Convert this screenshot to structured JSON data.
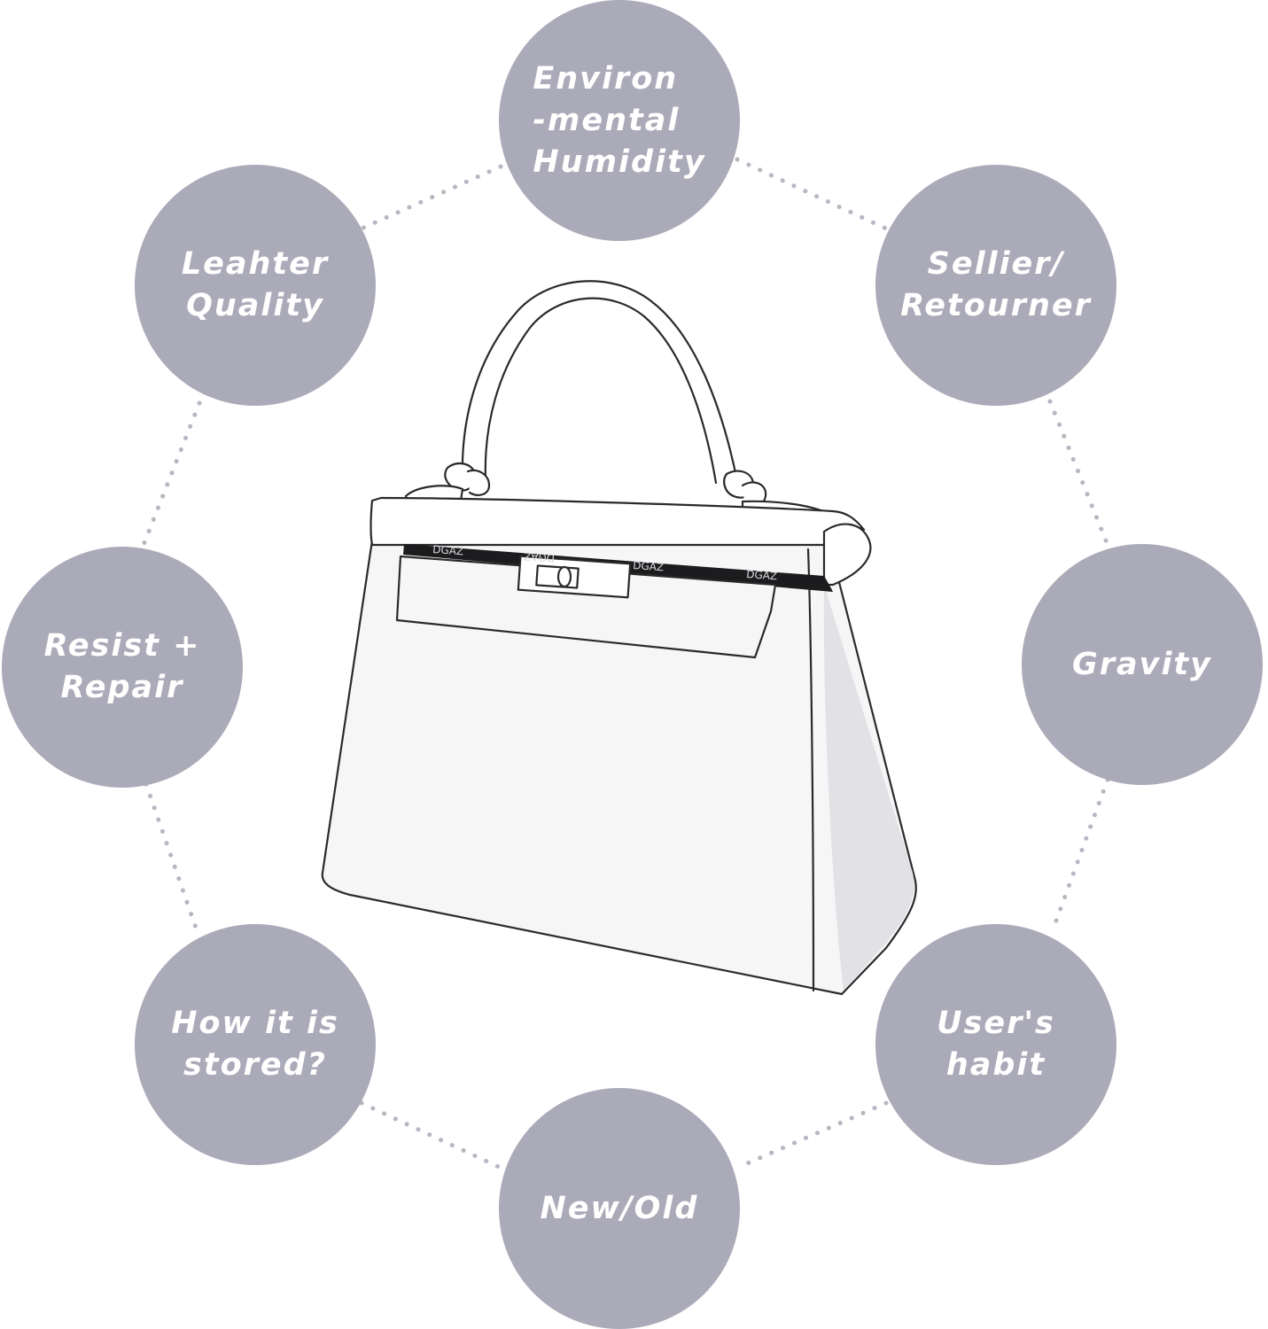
{
  "factors": {
    "humidity": "Environ\n-mental\nHumidity",
    "leather": "Leahter\nQuality",
    "sellier": "Sellier/\nRetourner",
    "resist": "Resist +\nRepair",
    "gravity": "Gravity",
    "stored": "How it is\nstored?",
    "habit": "User's\nhabit",
    "newold": "New/Old"
  },
  "bag": {
    "insert_brand": "DGAZ"
  },
  "colors": {
    "circle_fill": "#abaab9",
    "label_text": "#ffffff",
    "connector": "#b7b6c2",
    "bag_outline": "#2a2a2a"
  }
}
